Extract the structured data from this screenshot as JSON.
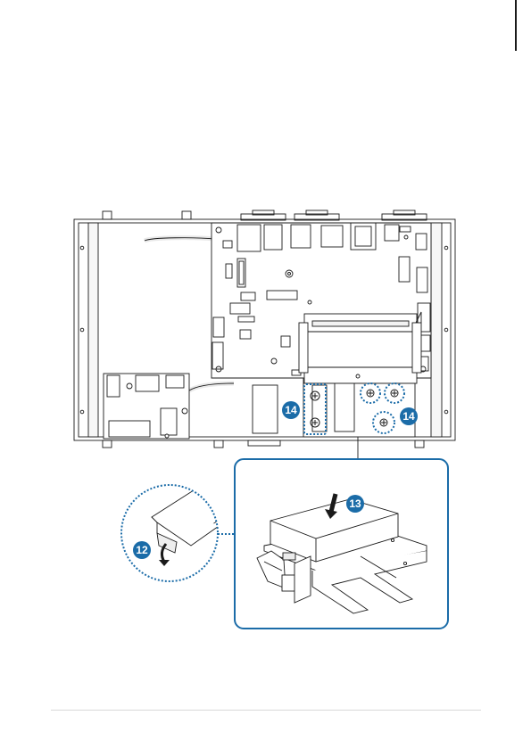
{
  "figure": {
    "callouts": [
      {
        "id": "screws-left",
        "label": "14"
      },
      {
        "id": "screws-right",
        "label": "14"
      },
      {
        "id": "cover-fold",
        "label": "12"
      },
      {
        "id": "bracket-insert",
        "label": "13"
      }
    ]
  },
  "colors": {
    "accent": "#1b6ca8",
    "line": "#1a1a1a",
    "margin_bar": "#1a1a1a",
    "footer_rule": "#d8d8d8"
  },
  "icons": {
    "callout_badge": "numbered-circle-icon",
    "screw": "screw-icon",
    "arrow": "arrow-down-icon"
  }
}
